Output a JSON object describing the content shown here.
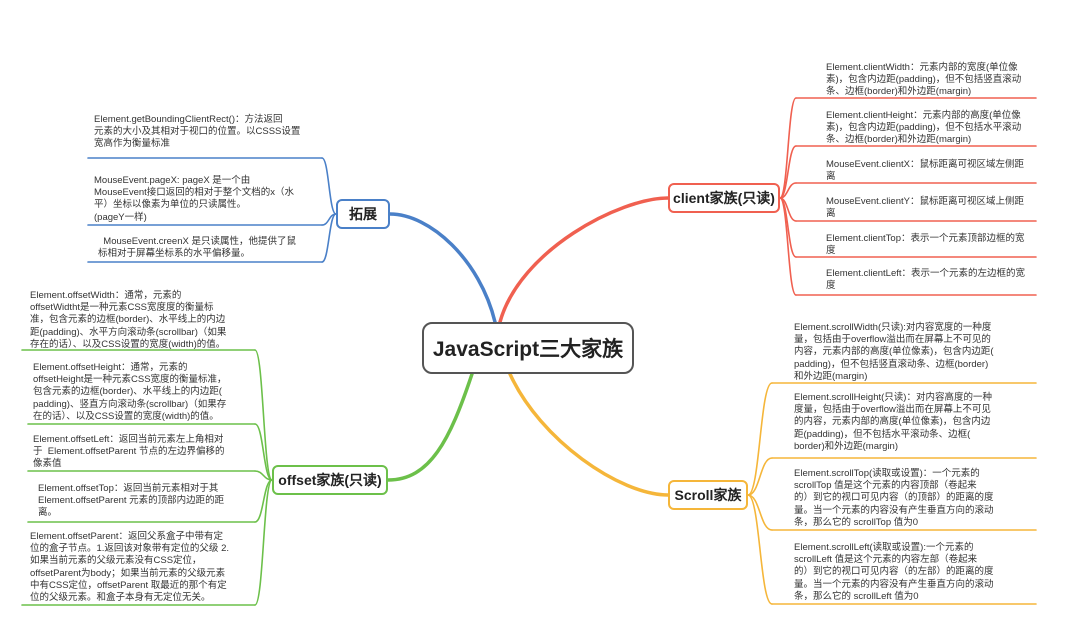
{
  "central": "JavaScript三大家族",
  "colors": {
    "client": "#f06050",
    "scroll": "#f5b63a",
    "offset": "#6cc04a",
    "extend": "#4a80c8"
  },
  "branches": {
    "client": {
      "label": "client家族(只读)",
      "leaves": [
        "Element.clientWidth：元素内部的宽度(单位像\n素)，包含内边距(padding)，但不包括竖直滚动\n条、边框(border)和外边距(margin)",
        "Element.clientHeight：元素内部的高度(单位像\n素)，包含内边距(padding)，但不包括水平滚动\n条、边框(border)和外边距(margin)",
        "MouseEvent.clientX：鼠标距离可视区域左侧距\n离",
        "MouseEvent.clientY：鼠标距离可视区域上侧距\n离",
        "Element.clientTop：表示一个元素顶部边框的宽\n度",
        "Element.clientLeft：表示一个元素的左边框的宽\n度"
      ]
    },
    "scroll": {
      "label": "Scroll家族",
      "leaves": [
        "Element.scrollWidth(只读):对内容宽度的一种度\n量，包括由于overflow溢出而在屏幕上不可见的\n内容，元素内部的高度(单位像素)，包含内边距(\npadding)，但不包括竖直滚动条、边框(border)\n和外边距(margin)",
        "Element.scrollHeight(只读)：对内容高度的一种\n度量，包括由于overflow溢出而在屏幕上不可见\n的内容，元素内部的高度(单位像素)，包含内边\n距(padding)，但不包括水平滚动条、边框(\nborder)和外边距(margin)",
        "Element.scrollTop(读取或设置)：一个元素的\nscrollTop 值是这个元素的内容顶部（卷起来\n的）到它的视口可见内容（的顶部）的距离的度\n量。当一个元素的内容没有产生垂直方向的滚动\n条，那么它的 scrollTop 值为0",
        "Element.scrollLeft(读取或设置):一个元素的\nscrollLeft 值是这个元素的内容左部（卷起来\n的）到它的视口可见内容（的左部）的距离的度\n量。当一个元素的内容没有产生垂直方向的滚动\n条，那么它的 scrollLeft 值为0"
      ]
    },
    "offset": {
      "label": "offset家族(只读)",
      "leaves": [
        "Element.offsetWidth：通常，元素的\noffsetWidtht是一种元素CSS宽度度的衡量标\n准，包含元素的边框(border)、水平线上的内边\n距(padding)、水平方向滚动条(scrollbar)（如果\n存在的话）、以及CSS设置的宽度(width)的值。",
        "Element.offsetHeight：通常，元素的\noffsetHeight是一种元素CSS宽度的衡量标准，\n包含元素的边框(border)、水平线上的内边距(\npadding)、竖直方向滚动条(scrollbar)（如果存\n在的话）、以及CSS设置的宽度(width)的值。",
        "Element.offsetLeft：返回当前元素左上角相对\n于  Element.offsetParent 节点的左边界偏移的\n像素值",
        "Element.offsetTop：返回当前元素相对于其\nElement.offsetParent 元素的顶部内边距的距\n离。",
        "Element.offsetParent：返回父系盒子中带有定\n位的盒子节点。1.返回该对象带有定位的父级 2.\n如果当前元素的父级元素没有CSS定位，\noffsetParent为body；如果当前元素的父级元素\n中有CSS定位，offsetParent 取最近的那个有定\n位的父级元素。和盒子本身有无定位无关。"
      ]
    },
    "extend": {
      "label": "拓展",
      "leaves": [
        "Element.getBoundingClientRect()：方法返回\n元素的大小及其相对于视口的位置。以CSSS设置\n宽高作为衡量标准",
        "MouseEvent.pageX: pageX 是一个由\nMouseEvent接口返回的相对于整个文档的x（水\n平）坐标以像素为单位的只读属性。\n(pageY一样)",
        "  MouseEvent.creenX 是只读属性，他提供了鼠\n标相对于屏幕坐标系的水平偏移量。"
      ]
    }
  }
}
